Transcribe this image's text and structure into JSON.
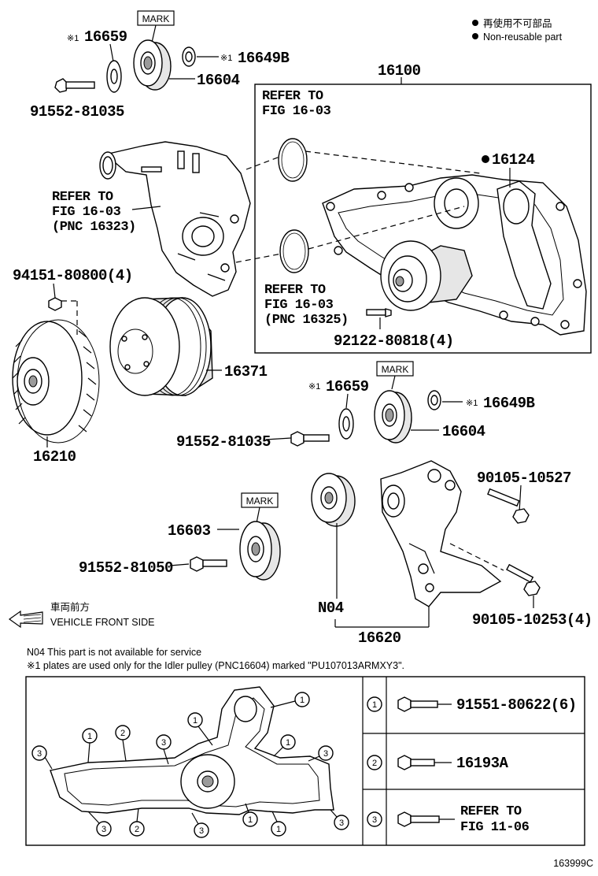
{
  "legend": {
    "jp": "再使用不可部品",
    "en": "Non-reusable part"
  },
  "labels": {
    "mark": "MARK",
    "note_marker": "※1",
    "p16659": "16659",
    "p16649b": "16649B",
    "p16604": "16604",
    "p91552_81035": "91552-81035",
    "p16100": "16100",
    "p16124": "16124",
    "p94151": "94151-80800(4)",
    "p16371": "16371",
    "p16210": "16210",
    "p92122": "92122-80818(4)",
    "p16603": "16603",
    "p91552_81050": "91552-81050",
    "p90105_10527": "90105-10527",
    "p90105_10253": "90105-10253(4)",
    "n04": "N04",
    "p16620": "16620"
  },
  "refs": {
    "top": {
      "line1": "REFER TO",
      "line2": "FIG 16-03"
    },
    "left": {
      "line1": "REFER TO",
      "line2": "FIG 16-03",
      "line3": "(PNC 16323)"
    },
    "lower": {
      "line1": "REFER TO",
      "line2": "FIG 16-03",
      "line3": "(PNC 16325)"
    }
  },
  "front": {
    "jp": "車両前方",
    "en": "VEHICLE FRONT SIDE"
  },
  "notes": {
    "n04": "N04  This part is not available for service",
    "note1": "※1 plates are used only for the Idler pulley (PNC16604) marked  \"PU107013ARMXY3\"."
  },
  "bolt_table": [
    {
      "num": "1",
      "part": "91551-80622(6)"
    },
    {
      "num": "2",
      "part": "16193A"
    },
    {
      "num": "3",
      "part": "REFER TO",
      "part2": "FIG 11-06"
    }
  ],
  "callout_num": {
    "one": "1",
    "two": "2",
    "three": "3"
  },
  "figure_id": "163999C"
}
